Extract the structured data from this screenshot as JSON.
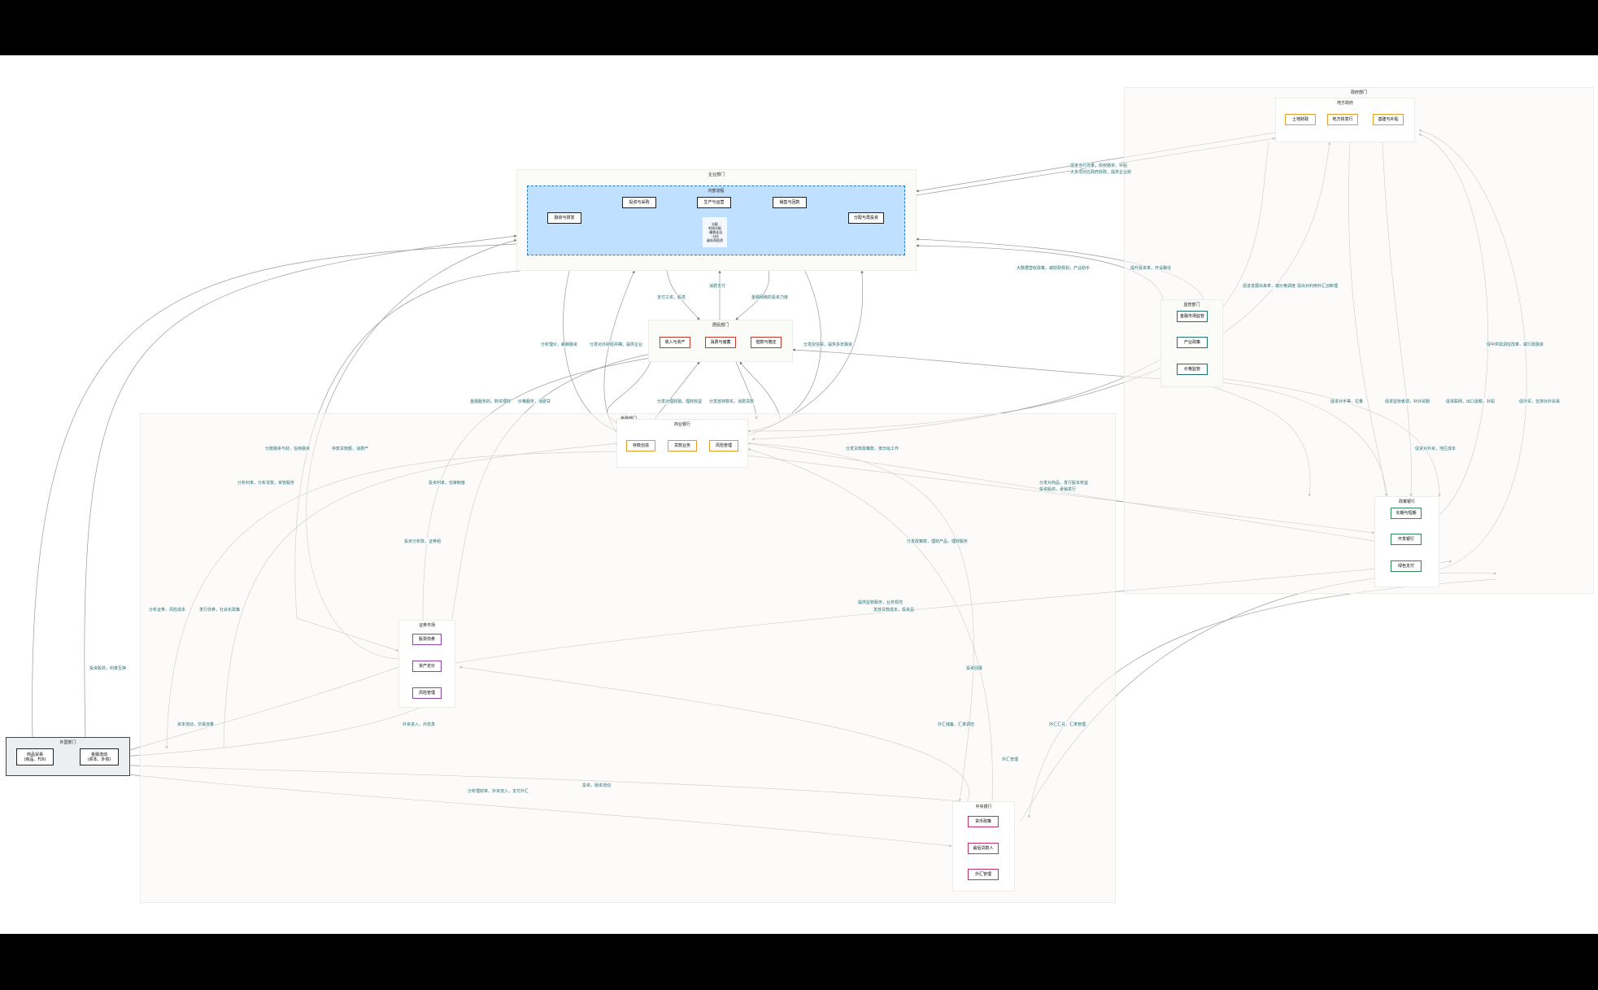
{
  "groups": {
    "government": "政府部门",
    "local_gov": "地方政府",
    "enterprise": "企业部门",
    "internal": "内部流程",
    "household": "居民部门",
    "regulator": "监管部门",
    "financial": "金融部门",
    "commercial_bank": "商业银行",
    "securities": "证券市场",
    "central_bank": "中央银行",
    "foreign": "外国部门",
    "policy_bank": "政策银行"
  },
  "nodes": {
    "gov_land": "土地财政",
    "gov_debt": "地方债发行",
    "gov_infra": "基建与补贴",
    "ent_rnd": "融资与研发",
    "ent_invest": "投资与采购",
    "ent_prod": "生产与运营",
    "ent_sales": "销售与回款",
    "ent_profit": "分配与再投资",
    "ent_note": "分配\n利润分配\n· 缴税支出\n· 分红\n留存再投资",
    "hh_income": "收入与资产",
    "hh_consume": "消费与储蓄",
    "hh_debt": "借款与偿还",
    "reg_fin": "金融市场监管",
    "reg_ind": "产业政策",
    "reg_trade": "价格监管",
    "cb_deposit": "存款创造",
    "cb_loan": "贷款业务",
    "cb_risk": "风险管理",
    "sec_eq": "股票债券",
    "sec_asset": "资产定价",
    "sec_risk": "风险管理",
    "pb_policy": "货币政策",
    "pb_lender": "最后贷款人",
    "pb_fx": "外汇管理",
    "pol_loan": "长期与短期",
    "pol_dev": "开发银行",
    "pol_green": "绿色支付",
    "fr_trade": "商品贸易\n(商品、FDI)",
    "fr_capital": "金融流动\n(资本、外债)"
  },
  "edge_labels": [
    "促进当行改革，债权融资，补贴",
    "大多项对应政府财政，提供企业财",
    "大数据营收政策，或财政规划，产业助手",
    "提升投资率，开设路径",
    "促进发展出来拿，或价格调度",
    "促出对利用外汇创新理",
    "促中供需调控改革，或行政融资",
    "促外贸，支持对外贸易",
    "促进对手等，拉量",
    "促进监管者调，补外贸服",
    "促进联网，出口退税，补贴",
    "促进对外资，地区成本",
    "支付工资，股息",
    "消费支付",
    "金融网络的投资力度",
    "分析理价，薪酬融资",
    "分发对外财经并确，提供企业",
    "分发授信联，提供多年融资",
    "金融服务的，购买理财",
    "价格服务，消费贷",
    "分发对理财融，理财收益",
    "分发放存款实，消费贷款",
    "分发贷款政策款，按日给工作",
    "分数融资与财，信用融资",
    "存款贷款额，消费产",
    "分发对商品，发行股本权益",
    "投资股债，承销发行",
    "分析利率，分析贷款，资管服务",
    "投资利率，信审制度",
    "投资分析款，证券组",
    "分发政策款，理财产品，理财服务",
    "提供监管服务，业务规范",
    "发放贷款成本，投资品",
    "分析证券，风险成本",
    "发行债券，社会化政策",
    "投资股债，利率互换",
    "资本流动，交易流量",
    "外资进入，外债发",
    "外汇储备，汇率调控",
    "投资回报",
    "外汇管理",
    "外汇汇兑，汇率管理",
    "分析理财率，外资流入，支付外汇",
    "投资，融资流动"
  ]
}
